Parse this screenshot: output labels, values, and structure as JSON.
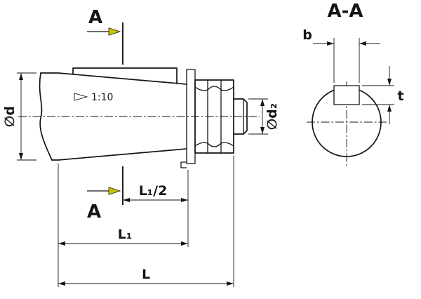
{
  "colors": {
    "ink": "#151515",
    "accent_yellow": "#c9c400",
    "paper": "#ffffff"
  },
  "main_view": {
    "section_label_top": "A",
    "section_label_bottom": "A",
    "taper_label": "1:10",
    "dia_d_label": "∅d",
    "dia_d2_label": "∅d₂",
    "dim_half_label": "L₁/2",
    "dim_l1_label": "L₁",
    "dim_l_label": "L"
  },
  "section_view": {
    "title": "A-A",
    "keyway_width_label": "b",
    "keyway_depth_label": "t"
  }
}
